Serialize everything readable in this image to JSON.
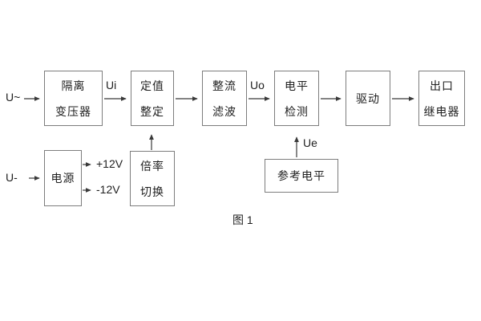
{
  "diagram": {
    "caption": "图 1",
    "blocks": {
      "isolation_transformer": "隔离\n变压器",
      "setting_adjust": "定值\n整定",
      "rectifier_filter": "整流\n滤波",
      "level_detect": "电平\n检测",
      "drive": "驱动",
      "output_relay": "出口\n继电器",
      "power_supply": "电源",
      "ratio_switch": "倍率\n切换",
      "reference_level": "参考电平"
    },
    "signals": {
      "ac_input": "U~",
      "dc_input": "U-",
      "ui": "Ui",
      "uo": "Uo",
      "ue": "Ue",
      "plus12": "+12V",
      "minus12": "-12V"
    },
    "colors": {
      "background": "#ffffff",
      "box_border": "#7d7d7d",
      "text": "#1f1f1f",
      "line": "#3a3a3a"
    }
  }
}
